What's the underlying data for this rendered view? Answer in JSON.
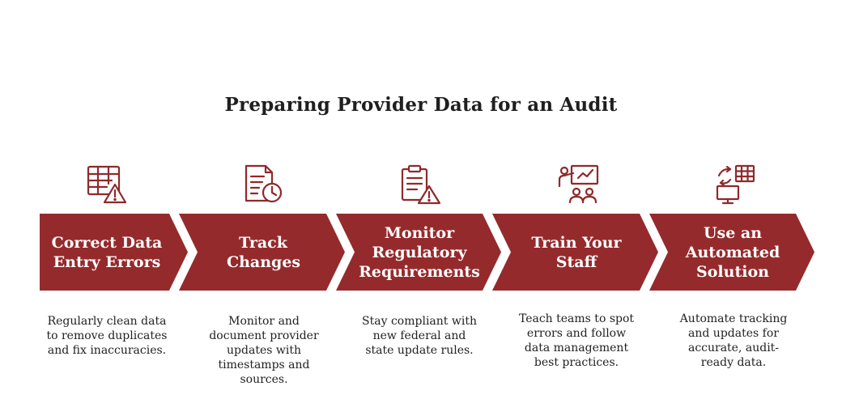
{
  "title": "Preparing Provider Data for an Audit",
  "colors": {
    "accent": "#952a2c",
    "icon": "#8e2a2a",
    "text": "#1f1f1f"
  },
  "steps": [
    {
      "icon": "table-warning-icon",
      "label": "Correct Data Entry Errors",
      "description": "Regularly clean data to remove duplicates and fix inaccuracies."
    },
    {
      "icon": "document-clock-icon",
      "label": "Track Changes",
      "description": "Monitor and document provider updates with timestamps and sources."
    },
    {
      "icon": "clipboard-warning-icon",
      "label": "Monitor Regulatory Requirements",
      "description": "Stay compliant with new federal and state update rules."
    },
    {
      "icon": "presentation-team-icon",
      "label": "Train Your Staff",
      "description": "Teach teams to spot errors and follow data management best practices."
    },
    {
      "icon": "sync-computer-icon",
      "label": "Use an Automated Solution",
      "description": "Automate tracking and updates for accurate, audit-ready data."
    }
  ]
}
